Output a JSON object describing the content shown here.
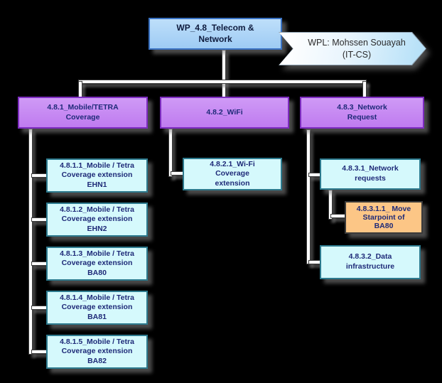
{
  "colors": {
    "background": "#000000",
    "root_fill": "#aed5f7",
    "root_border": "#3a72c2",
    "branch_fill": "#c489f0",
    "branch_border": "#7d2cc0",
    "leaf_fill": "#d5f9fc",
    "leaf_border": "#2d7a8e",
    "highlight_fill": "#fcc686",
    "highlight_border": "#3a3a3a",
    "banner_fill": "#cdeafb",
    "connector_core": "#ffffff",
    "text": "#1e2a78"
  },
  "tree": {
    "root": {
      "label": "WP_4.8_Telecom & Network"
    },
    "wpl_banner": {
      "label": "WPL: Mohssen Souayah (IT-CS)"
    },
    "branches": [
      {
        "label": "4.8.1_Mobile/TETRA Coverage"
      },
      {
        "label": "4.8.2_WiFi"
      },
      {
        "label": "4.8.3_Network Request"
      }
    ],
    "mobile_tetra_children": [
      {
        "label": "4.8.1.1_Mobile / Tetra Coverage extension EHN1"
      },
      {
        "label": "4.8.1.2_Mobile / Tetra Coverage extension EHN2"
      },
      {
        "label": "4.8.1.3_Mobile / Tetra Coverage extension BA80"
      },
      {
        "label": "4.8.1.4_Mobile / Tetra Coverage extension BA81"
      },
      {
        "label": "4.8.1.5_Mobile / Tetra Coverage extension BA82"
      }
    ],
    "wifi_children": [
      {
        "label": "4.8.2.1_Wi-Fi Coverage extension"
      }
    ],
    "network_children": [
      {
        "label": "4.8.3.1_Network requests"
      },
      {
        "label": "4.8.3.2_Data infrastructure"
      }
    ],
    "network_subchildren": [
      {
        "label": "4.8.3.1.1_ Move Starpoint of BA80"
      }
    ]
  }
}
